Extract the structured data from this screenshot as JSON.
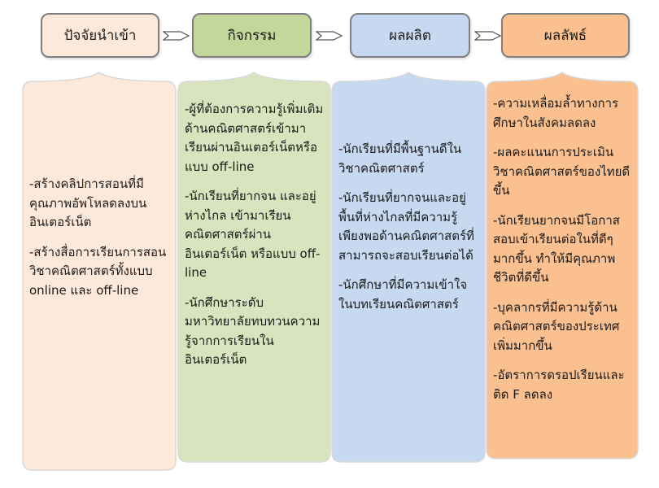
{
  "headers": {
    "inputs": "ปัจจัยนำเข้า",
    "activities": "กิจกรรม",
    "outputs": "ผลผลิต",
    "outcomes": "ผลลัพธ์"
  },
  "panels": {
    "inputs": [
      "-สร้างคลิปการสอนที่มีคุณภาพอัพโหลดลงบนอินเตอร์เน็ต",
      "-สร้างสื่อการเรียนการสอนวิชาคณิตศาสตร์ทั้งแบบ online และ off-line"
    ],
    "activities": [
      "-ผู้ที่ต้องการความรู้เพิ่มเติมด้านคณิตศาสตร์เข้ามาเรียนผ่านอินเตอร์เน็ตหรือแบบ off-line",
      "-นักเรียนที่ยากจน และอยู่ห่างไกล เข้ามาเรียนคณิตศาสตร์ผ่านอินเตอร์เน็ต หรือแบบ off-line",
      "-นักศึกษาระดับมหาวิทยาลัยทบทวนความรู้จากการเรียนในอินเตอร์เน็ต"
    ],
    "outputs": [
      "-นักเรียนที่มีพื้นฐานดีในวิชาคณิตศาสตร์",
      "-นักเรียนที่ยากจนและอยู่พื้นที่ห่างไกลที่มีความรู้เพียงพอด้านคณิตศาสตร์ที่สามารถจะสอบเรียนต่อได้",
      "-นักศึกษาที่มีความเข้าใจในบทเรียนคณิตศาสตร์"
    ],
    "outcomes": [
      "-ความเหลื่อมล้ำทางการศึกษาในสังคมลดลง",
      "-ผลคะแนนการประเมินวิชาคณิตศาสตร์ของไทยดีขึ้น",
      "-นักเรียนยากจนมีโอกาสสอบเข้าเรียนต่อในที่ดีๆมากขึ้น ทำให้มีคุณภาพชีวิตที่ดีขึ้น",
      "-บุคลากรที่มีความรู้ด้านคณิตศาสตร์ของประเทศเพิ่มมากขึ้น",
      "-อัตราการดรอปเรียนและติด F ลดลง"
    ]
  },
  "colors": {
    "inputs_header": "#fde9d9",
    "activities_header": "#c3d69b",
    "outputs_header": "#c6d9f1",
    "outcomes_header": "#fac090",
    "inputs_panel": "#fde9d9",
    "activities_panel": "#d7e4bd",
    "outputs_panel": "#c6d9f1",
    "outcomes_panel": "#fac090"
  }
}
